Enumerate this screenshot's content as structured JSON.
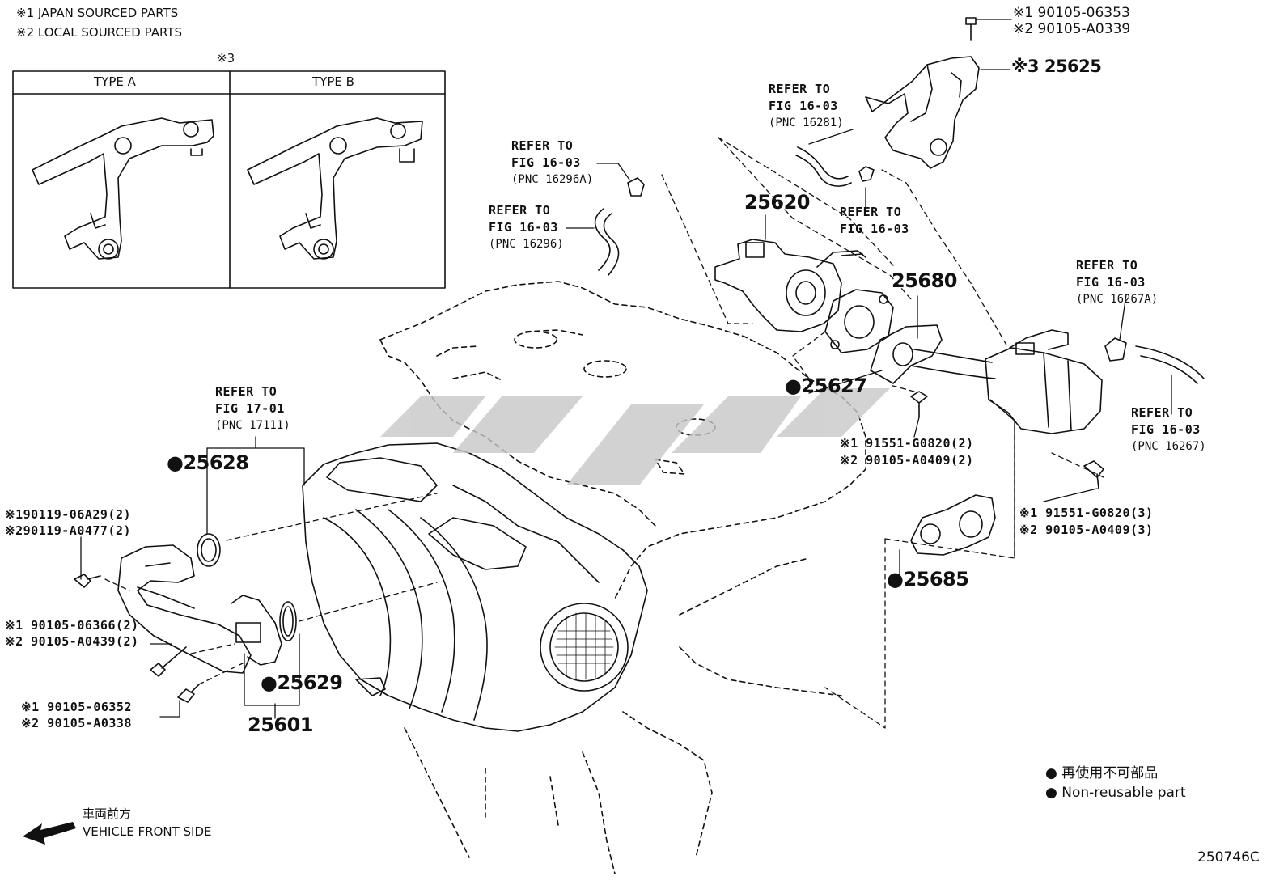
{
  "notes": {
    "japan": "※1 JAPAN SOURCED PARTS",
    "local": "※2 LOCAL SOURCED PARTS",
    "type_table_mark": "※3",
    "type_a": "TYPE A",
    "type_b": "TYPE B"
  },
  "refs": {
    "r1": {
      "a": "REFER TO",
      "b": "FIG 16-03",
      "c": "(PNC 16281)"
    },
    "r2": {
      "a": "REFER TO",
      "b": "FIG 16-03",
      "c": "(PNC 16296A)"
    },
    "r3": {
      "a": "REFER TO",
      "b": "FIG 16-03",
      "c": "(PNC 16296)"
    },
    "r4": {
      "a": "REFER TO",
      "b": "FIG 16-03"
    },
    "r5": {
      "a": "REFER TO",
      "b": "FIG 16-03",
      "c": "(PNC 16267A)"
    },
    "r6": {
      "a": "REFER TO",
      "b": "FIG 16-03",
      "c": "(PNC 16267)"
    },
    "r7": {
      "a": "REFER TO",
      "b": "FIG 17-01",
      "c": "(PNC 17111)"
    }
  },
  "parts": {
    "p25625": "※3 25625",
    "p25620": "25620",
    "p25680": "25680",
    "p25627": "●25627",
    "p25628": "●25628",
    "p25629": "●25629",
    "p25601": "25601",
    "p25685": "●25685"
  },
  "bolts": {
    "top_1": "※1 90105-06353",
    "top_2": "※2 90105-A0339",
    "mid_1": "※1 91551-G0820(2)",
    "mid_2": "※2 90105-A0409(2)",
    "right_1": "※1 91551-G0820(3)",
    "right_2": "※2 90105-A0409(3)",
    "left_a1": "※190119-06A29(2)",
    "left_a2": "※290119-A0477(2)",
    "left_b1": "※1 90105-06366(2)",
    "left_b2": "※2 90105-A0439(2)",
    "left_c1": "※1 90105-06352",
    "left_c2": "※2 90105-A0338"
  },
  "legend": {
    "jp": "● 再使用不可部品",
    "en": "● Non-reusable part"
  },
  "direction": {
    "jp": "車両前方",
    "en": "VEHICLE FRONT SIDE"
  },
  "figure_id": "250746C",
  "colors": {
    "line": "#111111",
    "watermark": "#c8c8c8"
  },
  "icons": {
    "front_arrow": "arrow-left-icon"
  }
}
